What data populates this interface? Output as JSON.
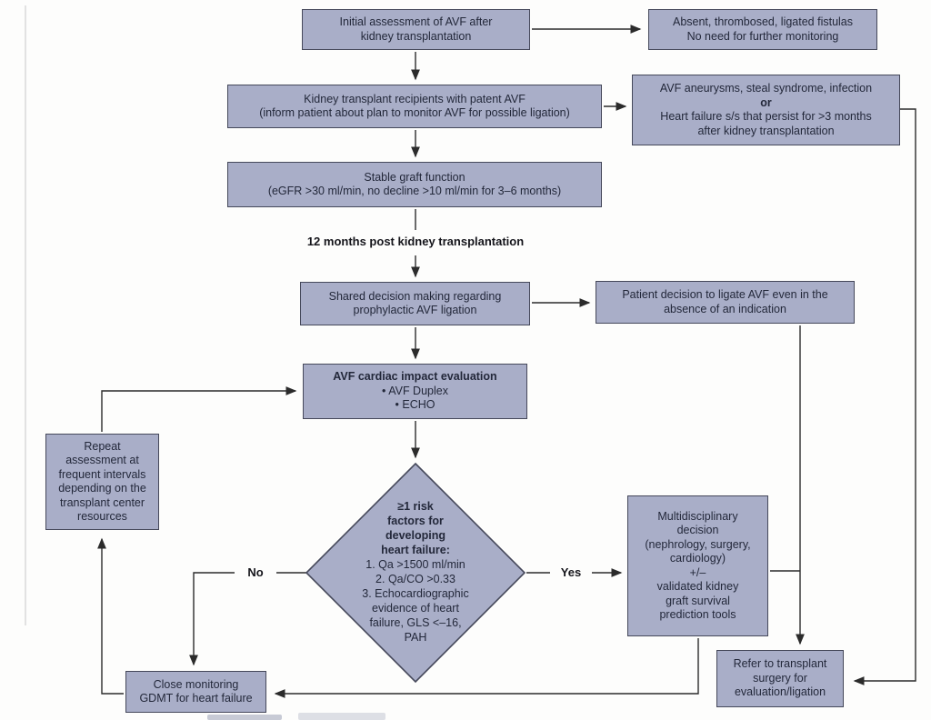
{
  "boxes": {
    "initial": {
      "lines": [
        "Initial assessment of AVF after",
        "kidney transplantation"
      ]
    },
    "absent": {
      "lines": [
        "Absent, thrombosed, ligated fistulas",
        "No need for further monitoring"
      ]
    },
    "recipients": {
      "lines": [
        "Kidney transplant recipients with patent AVF",
        "(inform patient about plan to monitor AVF for possible ligation)"
      ]
    },
    "aneurysms": {
      "lines": [
        "AVF aneurysms, steal syndrome, infection",
        "or",
        "Heart failure s/s that persist for >3 months",
        "after kidney transplantation"
      ]
    },
    "stable": {
      "lines": [
        "Stable graft function",
        "(eGFR >30 ml/min, no decline >10 ml/min for 3–6 months)"
      ]
    },
    "shared": {
      "lines": [
        "Shared decision making regarding",
        "prophylactic AVF ligation"
      ]
    },
    "patient_decision": {
      "lines": [
        "Patient decision to ligate AVF even in the",
        "absence of an indication"
      ]
    },
    "cardiac": {
      "lines": [
        "AVF cardiac impact evaluation",
        "• AVF Duplex",
        "• ECHO"
      ]
    },
    "repeat": {
      "lines": [
        "Repeat",
        "assessment at",
        "frequent intervals",
        "depending on the",
        "transplant center",
        "resources"
      ]
    },
    "diamond": {
      "lines": [
        "≥1 risk",
        "factors for",
        "developing",
        "heart failure:",
        "1. Qa >1500 ml/min",
        "2. Qa/CO >0.33",
        "3. Echocardiographic",
        "evidence of heart",
        "failure, GLS <–16,",
        "PAH"
      ]
    },
    "multidisciplinary": {
      "lines": [
        "Multidisciplinary",
        "decision",
        "(nephrology, surgery,",
        "cardiology)",
        "+/–",
        "validated kidney",
        "graft survival",
        "prediction tools"
      ]
    },
    "close_monitoring": {
      "lines": [
        "Close monitoring",
        "GDMT for heart failure"
      ]
    },
    "refer": {
      "lines": [
        "Refer to transplant",
        "surgery for",
        "evaluation/ligation"
      ]
    }
  },
  "labels": {
    "twelve_months": "12 months post kidney transplantation",
    "no": "No",
    "yes": "Yes"
  },
  "colors": {
    "box_fill": "#a9aec8",
    "box_border": "#45485a",
    "text": "#23283a",
    "arrow": "#2b2b2b",
    "background": "#fdfdfc"
  }
}
